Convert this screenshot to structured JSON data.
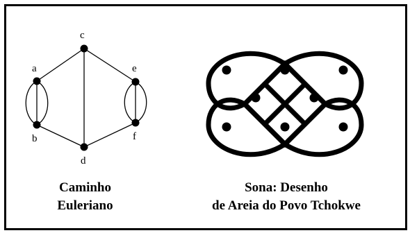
{
  "graph": {
    "nodes": {
      "a": {
        "label": "a"
      },
      "b": {
        "label": "b"
      },
      "c": {
        "label": "c"
      },
      "d": {
        "label": "d"
      },
      "e": {
        "label": "e"
      },
      "f": {
        "label": "f"
      }
    },
    "caption": {
      "line1": "Caminho",
      "line2": "Euleriano"
    }
  },
  "sona": {
    "caption": {
      "line1": "Sona: Desenho",
      "line2": "de Areia do Povo Tchokwe"
    }
  },
  "colors": {
    "ink": "#000000",
    "background": "#ffffff"
  }
}
